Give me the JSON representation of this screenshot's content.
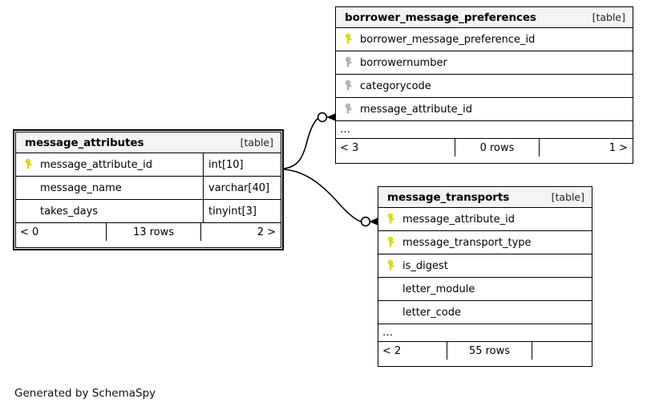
{
  "diagram": {
    "kind_label": "[table]",
    "ellipsis": "…",
    "caption": "Generated by SchemaSpy",
    "colors": {
      "primary_key": "#e8e800",
      "index_key": "#b0b0b0",
      "header_background": "#f4f4f4",
      "border": "#000000",
      "background": "#ffffff"
    }
  },
  "tables": {
    "borrower_message_preferences": {
      "name": "borrower_message_preferences",
      "kind": "[table]",
      "focus": false,
      "columns": [
        {
          "name": "borrower_message_preference_id",
          "key": "primary",
          "type": ""
        },
        {
          "name": "borrowernumber",
          "key": "index",
          "type": ""
        },
        {
          "name": "categorycode",
          "key": "index",
          "type": ""
        },
        {
          "name": "message_attribute_id",
          "key": "index",
          "type": ""
        }
      ],
      "more_indicator": "…",
      "footer": {
        "parents": "< 3",
        "rows": "0 rows",
        "children": "1 >"
      }
    },
    "message_attributes": {
      "name": "message_attributes",
      "kind": "[table]",
      "focus": true,
      "columns": [
        {
          "name": "message_attribute_id",
          "key": "primary",
          "type": "int[10]"
        },
        {
          "name": "message_name",
          "key": "none",
          "type": "varchar[40]"
        },
        {
          "name": "takes_days",
          "key": "none",
          "type": "tinyint[3]"
        }
      ],
      "more_indicator": "",
      "footer": {
        "parents": "< 0",
        "rows": "13 rows",
        "children": "2 >"
      }
    },
    "message_transports": {
      "name": "message_transports",
      "kind": "[table]",
      "focus": false,
      "columns": [
        {
          "name": "message_attribute_id",
          "key": "primary",
          "type": ""
        },
        {
          "name": "message_transport_type",
          "key": "primary",
          "type": ""
        },
        {
          "name": "is_digest",
          "key": "primary",
          "type": ""
        },
        {
          "name": "letter_module",
          "key": "none",
          "type": ""
        },
        {
          "name": "letter_code",
          "key": "none",
          "type": ""
        }
      ],
      "more_indicator": "…",
      "footer": {
        "parents": "< 2",
        "rows": "55 rows",
        "children": ""
      }
    }
  },
  "relationships": [
    {
      "id": "rel-attributes-to-preferences",
      "from_table": "message_attributes",
      "from_column": "message_attribute_id",
      "to_table": "borrower_message_preferences",
      "to_column": "message_attribute_id",
      "cardinality": "one-to-many-optional"
    },
    {
      "id": "rel-attributes-to-transports",
      "from_table": "message_attributes",
      "from_column": "message_attribute_id",
      "to_table": "message_transports",
      "to_column": "message_attribute_id",
      "cardinality": "one-to-many-optional"
    }
  ]
}
